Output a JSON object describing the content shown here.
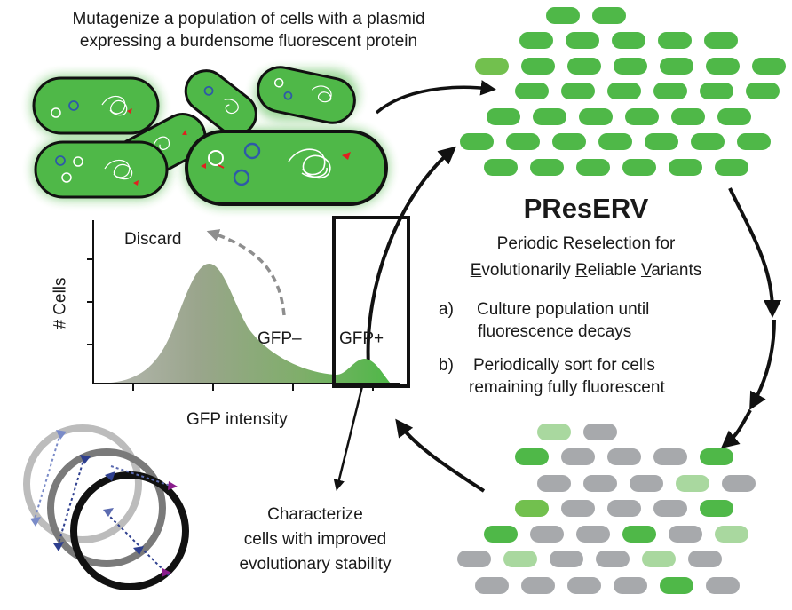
{
  "caption": {
    "line1": "Mutagenize a population of cells with a plasmid",
    "line2": "expressing a burdensome fluorescent protein"
  },
  "method": {
    "name": "PResERV",
    "subtitle_line1": [
      {
        "initial": "P",
        "rest": "eriodic "
      },
      {
        "initial": "R",
        "rest": "eselection for"
      }
    ],
    "subtitle_line2": [
      {
        "initial": "E",
        "rest": "volutionarily "
      },
      {
        "initial": "R",
        "rest": "eliable "
      },
      {
        "initial": "V",
        "rest": "ariants"
      }
    ],
    "steps": [
      {
        "marker": "a)",
        "line1": "Culture population until",
        "line2": "fluorescence decays"
      },
      {
        "marker": "b)",
        "line1": "Periodically sort for cells",
        "line2": "remaining fully fluorescent"
      }
    ]
  },
  "histogram": {
    "ylabel": "# Cells",
    "xlabel": "GFP intensity",
    "discard_label": "Discard",
    "negative_label": "GFP–",
    "positive_label": "GFP+"
  },
  "outcome": {
    "line1": "Characterize",
    "line2": "cells with improved",
    "line3": "evolutionary stability"
  },
  "colors": {
    "cell_green": "#4fb848",
    "cell_green_light": "#a9d89f",
    "cell_green_mid": "#72c04e",
    "cell_gray": "#a7a9ac",
    "outline": "#111111",
    "gate": "#111111",
    "arrow": "#111111",
    "dash_arrow": "#8e8e8e",
    "plasmid_blue": "#2e5aa8",
    "plasmid_red": "#e02020",
    "marker_purple": "#8a1c8c"
  }
}
